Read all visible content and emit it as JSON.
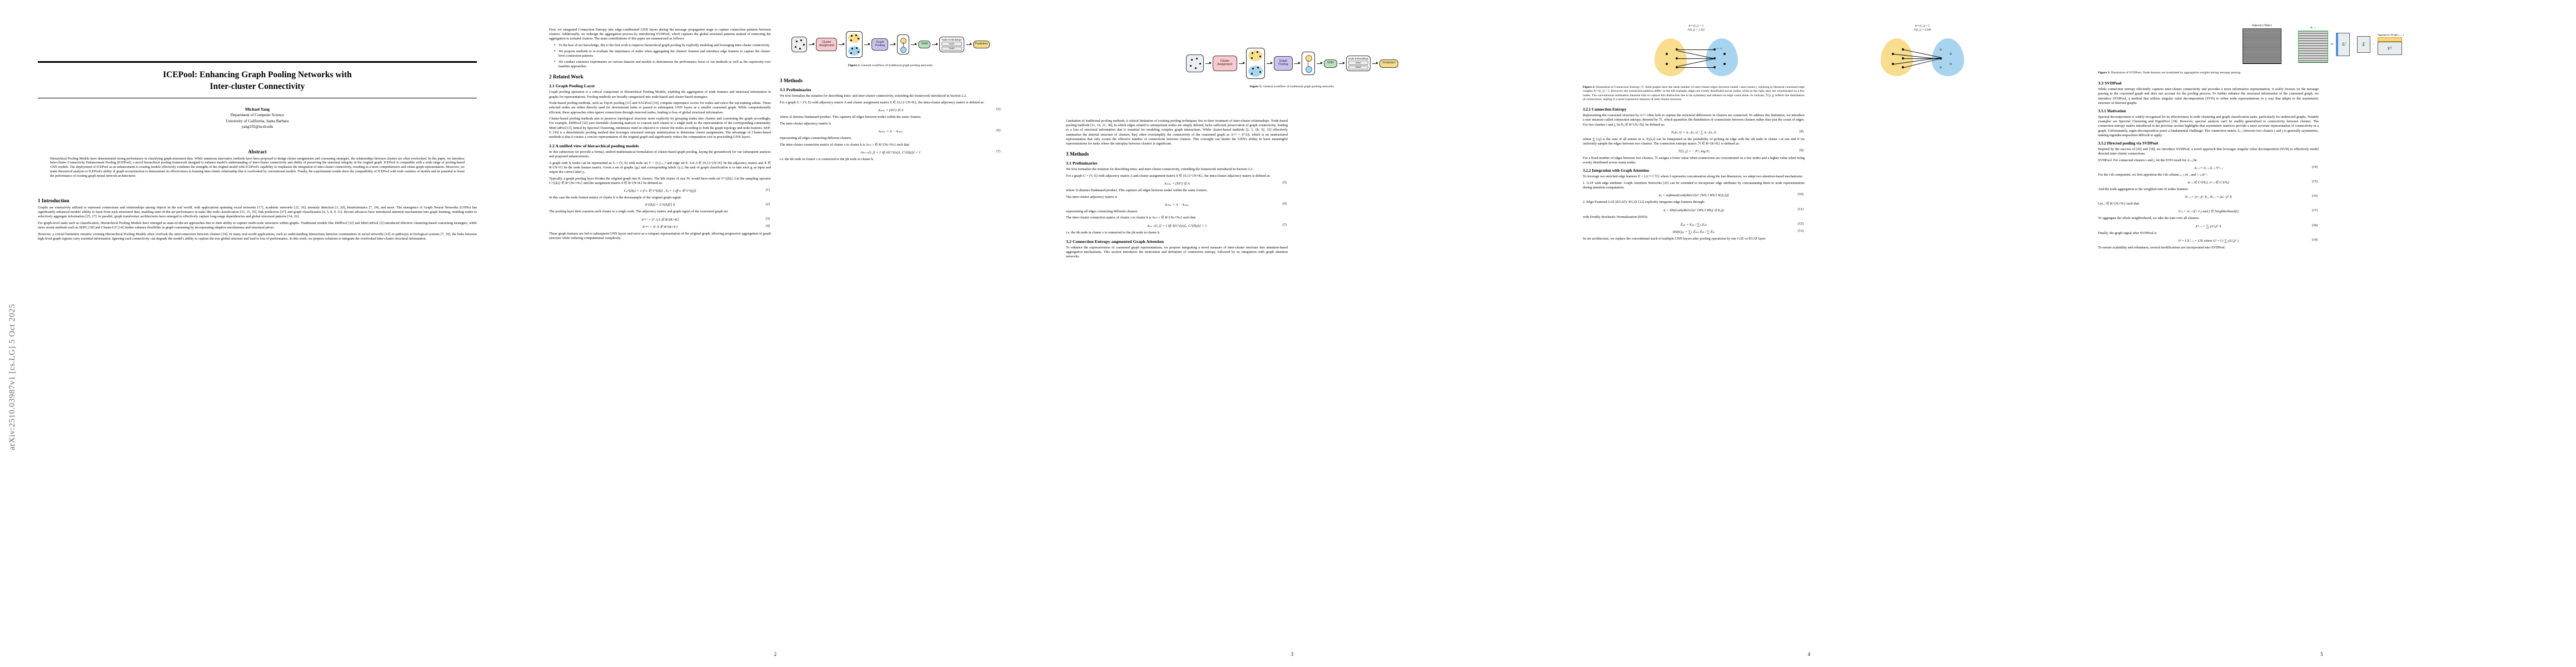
{
  "meta": {
    "arxiv_stamp": "arXiv:2510.03987v1  [cs.LG]  5 Oct 2025",
    "page_numbers": [
      "",
      "2",
      "3",
      "4",
      "5"
    ]
  },
  "title": {
    "line1": "ICEPool: Enhancing Graph Pooling Networks with",
    "line2": "Inter-cluster Connectivity"
  },
  "authors": {
    "name": "Michael Yang",
    "dept": "Department of Computer Science",
    "univ": "University of California, Santa Barbara",
    "email": "yang335@ucsb.edu"
  },
  "headings": {
    "abstract": "Abstract",
    "s1": "1   Introduction",
    "s2": "2   Related Work",
    "s2_1": "2.1   Graph Pooling Layer",
    "s2_2": "2.2   A unified view of hierarchical pooling models",
    "s3": "3   Methods",
    "s3_1": "3.1   Preliminaries",
    "s3_2": "3.2   Connection Entropy-augmented Graph Attention",
    "s3_2_1": "3.2.1   Connection Entropy",
    "s3_2_2": "3.2.2   Integration with Graph Attention",
    "s3_3": "3.3   SVDPool",
    "s3_3_1": "3.3.1   Motivation",
    "s3_3_2": "3.3.2   Directed pooling via SVDPool"
  },
  "abstract": [
    "Hierarchical Pooling Models have demonstrated strong performance in classifying graph-structured data. While numerous innovative methods have been proposed to design cluster assignments and coarsening strategies, the relationships between clusters are often overlooked. In this paper, we introduce Inter-cluster Connectivity Enhancement Pooling (ICEPool), a novel hierarchical pooling framework designed to enhance model's understanding of inter-cluster connectivity and ability of preserving the structural integrity in the original graph. ICEPool is compatible with a wide range of pooling-based GNN models. The deployment of ICEPool as an enhancement to existing models effectively combines the strengths of the original model with ICEPool's capability to emphasize the integration of inter-cluster connectivity, resulting in a more comprehensive and robust graph representation. Moreover, we make theoretical analysis to ICEPool's ability of graph reconstruction to demonstrate its effectiveness in learning inter-cluster relationship that is overlooked by conventional models. Finally, the experimental results show the compatibility of ICEPool with wide varieties of models and its potential to boost the performance of existing graph neural network architectures."
  ],
  "intro": [
    "Graphs are extensively utilized to represent connections and relationships among objects in the real world, with applications spanning social networks [17], academic networks [22, 36], anomaly detection [1, 20], bioinformatics [7, 24], and more. The emergence of Graph Neural Networks (GNNs) has significantly enhanced models' ability to learn from such structured data, enabling state-of-the-art performance in tasks like node classification [15, 15, 35], link prediction [37], and graph classification [4, 5, 8, 9, 31]. Recent advances have introduced attention mechanisms into graph learning, enabling nodes to selectively aggregate information [25, 27]. In parallel, graph transformer architectures have emerged to effectively capture long-range dependencies and global structural patterns [34, 26].",
    "For graph-level tasks such as classification, Hierarchical Pooling Models have emerged as state-of-the-art approaches due to their ability to capture multi-scale structures within graphs. Traditional models like DiffPool [32] and MinCutPool [3] introduced effective clustering-based coarsening strategies, while more recent methods such as SEPG [30] and Cluster-GT [14] further enhance flexibility in graph coarsening by incorporating adaptive mechanisms and structural priors.",
    "However, a crucial limitation remains: existing Hierarchical Pooling Models often overlook the interconnection between clusters [14]. In many real-world applications, such as understanding interactions between communities in social networks [10] or pathways in biological systems [7, 19], the links between high-level graph regions carry essential information. Ignoring such connectivity can degrade the model's ability to capture the true global structure and lead to loss of performance. In this work, we propose solutions to integrate the overlooked inter-cluster structural information."
  ],
  "p2_col1": [
    "First, we integrated Connection Entropy into edge-conditioned GNN layers during the message propagation stage to capture connection patterns between clusters. Additionally, we redesign the aggregation process by introducing SVDPool, which captures the global structural patterns instead of restricting the aggregation to isolated clusters. The main contributions of this paper are summarized as follows:"
  ],
  "p2_bullets": [
    "To the best of our knowledge, this is the first work to improve hierarchical graph pooling by explicitly modeling and leveraging inter-cluster connectivity.",
    "We propose methods to re-evaluate the importance of nodes when aggregating the clusters' features and introduce edge features to capture the cluster-level connection patterns.",
    "We conduct extensive experiments on various datasets and models to demonstrate the performance boost of our methods as well as the superiority over baseline approaches."
  ],
  "p2_related": [
    "Graph pooling operation is a critical component of Hierarchical Pooling Models, enabling the aggregation of node features and structural information in graphs for representations. Pooling methods are broadly categorized into node-based and cluster-based strategies:",
    "Node-based pooling methods, such as Top-K pooling [11] and SAGPool [16], compute importance scores for nodes and select the top-ranking subset. These selected nodes are either directly used for downstream tasks or passed to subsequent GNN layers as a smaller coarsened graph. While computationally efficient, these approaches often ignore connections through removed nodes, leading to loss of global structural information.",
    "Cluster-based pooling methods aim to preserve topological structure more explicitly by grouping nodes into clusters and coarsening the graph accordingly. For example, DiffPool [32] uses learnable clustering matrices to coarsen each cluster to a single node as the representation of the corresponding community. MinCutPool [3], hinted by Spectral Clustering, minimizes minCut objective to cluster the nodes according to both the graph topology and node features. SEP-G [30] is a deterministic pooling method that leverages structural entropy minimization to determine cluster assignments. The advantage of Cluster-based methods is that it creates a concise representation of the original graph and significantly reduce the computation cost in proceeding GNN layers."
  ],
  "p2_unified": [
    "In this subsection we provide a formal, unified mathematical formulation of cluster-based graph pooling, laying the groundwork for our subsequent analysis and proposed enhancements.",
    "A graph with N nodes can be represented as G = (V, E) with node set V = {vᵢ}ᵢ₌₁ᴺ and edge set E. Let A ∈ {0,1}^{N×N} be the adjacency matrix and X ∈ R^{N×F} be the node feature matrix. Given a set of graphs {gᵢ} and corresponding labels {yᵢ}, the task of graph classification is to take each gᵢ as input and output the correct label yᵢ.",
    "Typically, a graph pooling layer divides the original graph into K clusters. The kth cluster of size Nₖ would have node set V^{(k)}. Let the sampling operator C^{(k)} ∈ R^{Nₖ×Nₖ} and the assignment matrix S ∈ R^{N×K} be defined as:",
    "In this case the node feature matrix of cluster k is the downsample of the original graph signal:",
    "The pooling layer then coarsens each cluster to a single node. The adjacency matrix and graph signal of the coarsened graph are",
    "These graph features are fed to subsequent GNN layers and serve as a compact representation of the original graph, allowing progressive aggregation of graph structure while reducing computational complexity."
  ],
  "p3_limitation": [
    "Limitation of traditional pooling methods   A critical limitation of existing pooling techniques lies in their treatment of inter-cluster relationships. Node-based pooling methods [11, 16, 21, 38], in which edges related to unimportant nodes are simply deleted, lacks sufficient preservation of graph connectivity, leading to a loss of structural information that is essential for modeling complex graph interactions. While cluster-based methods [2, 3, 18, 32, 33] effectively summarize the internal structure of clusters, they often oversimplify the connectivity of the coarsened graph as Aᶜᵒᵃʳ = SᵀAS, which is an unstructured representation that only counts the effective number of connections between clusters. This oversight can hinder the GNN's ability to learn meaningful representations for tasks where the interplay between clusters is significant."
  ],
  "p3_prelim": [
    "We first formalize the notation for describing intra- and inter-cluster connectivity, extending the framework introduced in Section 2.2.",
    "For a graph G = (V, E) with adjacency matrix A and cluster assignment matrix S ∈ {0,1}^{N×K}, the intra-cluster adjacency matrix is defined as:",
    "where ⊙ denotes Hadamard product. This captures all edges between nodes within the same clusters.",
    "The inter-cluster adjacency matrix is",
    "representing all edges connecting different clusters.",
    "The inter-cluster connection matrix of cluster s to cluster k is Aₖₛ₋ₜ ∈ R^{Nₖ×Nₛ} such that",
    "i.e. the ith node in cluster s is connected to the jth node in cluster k."
  ],
  "p3_conn": [
    "To enhance the expressiveness of coarsened graph representations, we propose integrating a novel measure of inter-cluster structure into attention-based aggregation mechanisms. This section introduces the motivation and definition of connection entropy, followed by its integration with graph attention networks."
  ],
  "p4_connentropy": [
    "Representing the coarsened structure by Aᶜᵒᵃʳ often fails to capture the structural differences in clusters are connected. To address this limitation, we introduce a new measure called connection entropy, denoted by ℋ, which quantifies the distribution of connections between clusters rather than just the count of edges. For two clusters i and j, let Pᵢⱼ ∈ R^{Nᵢ×Nⱼ} be defined as:",
    "where ∑ [i,j] is the sum of all entries in A. Pᵢⱼ[s,t] can be interpreted as the probability of picking an edge with the sth node in cluster i at one end if we uniformly sample the edges between two clusters. The connection entropy matrix ℋ ∈ R^{K×K} is defined as:",
    "For a fixed number of edges between two clusters, ℋ assigns a lower value when connections are concentrated on a few nodes and a higher value when being evenly distributed across many nodes."
  ],
  "p4_integration": [
    "To leverage our enriched edge features E = {Aᶜᵒᵃʳ ‖ ℋ} where ‖ represents concatenation along the last dimension, we adapt two attention-based mechanisms:",
    "1.  GAT with edge attribute:  Graph Attention Networks [25] can be extended to incorporate edge attributes by concatenating them to node representations during attention computation:",
    "2.  Edge-Featured GAT (EGAT):  EGAT [12] explicitly integrates edge features through:",
    "with Doubly Stochastic Normalization (DSN):",
    "In our architecture, we replace the conventional stack of multiple GNN layers after pooling operations by one GAT or EGAT layer."
  ],
  "p5_svdpool": [
    "While connection entropy efficiently captures inter-cluster connectivity and provides a more informative representation, it solely focuses on the message passing in the coarsened graph and does not account for the pooling process. To further enhance the structural information of the coarsened graph, we introduce SVDPool, a method that utilizes singular value decomposition (SVD) to refine node representations in a way that adapts to the asymmetric structure of directed graphs.",
    "Spectral decomposition is widely recognised for its effectiveness in node clustering and graph classification tasks, particularly for undirected graphs. Notable examples are Spectral Clustering and EigenPool [18]. However, spectral analysis can't be readily generalized to connectivity between clusters. The connection entropy matrix introduced in the previous section highlights that asymmetric matrices provide a more accurate representation of connectivity in a graph. Unfortunately, eigen-decomposition poses a fundamental challenge: The connection matrix Aᵢ₋ⱼ between two clusters i and j is generally asymmetric, making eigendecomposition difficult to apply.",
    "Inspired by the success of [20] and [18], we introduce SVDPool, a novel approach that leverages singular value decomposition (SVD) to effectively model directed inter-cluster connections.",
    "SVDPool:  For connected clusters i and j, let the SVD result for Aᵢ₋ⱼ be",
    "For the i-th component, we first apportion the l-th column ᵤᵢ₋ⱼ of ᵤ and ᵛᵢ₋ⱼ of ᵛ:",
    "And the node aggregation is the weighted sum of nodes features",
    "Let ᵤ' ∈ R^{Nᵢ×Nᵢ} such that",
    "To aggregate the whole neighborhood, we take the sum over all clusters:",
    "Finally, the graph signal after SVDPool is",
    "To ensure scalability and robustness, several modifications are incorporated into SVDPool."
  ],
  "figures": {
    "fig1": {
      "caption_label": "Figure 1:",
      "caption_text": "General workflow of traditional graph pooling networks.",
      "nodes": [
        "Cluster Assignment",
        "Graph Pooling",
        "GNN",
        "Node Embeddings",
        "Prediction",
        "Node1",
        "Node2"
      ]
    },
    "fig2": {
      "caption_label": "Figure 2:",
      "caption_text": "Illustration of Connection Entropy ℋ. Both graphs have the same number of inter-cluster edges between cluster i and cluster j, resulting in identical coarsened edge weights Aᶜᵒᵃʳ[i, j] = 5. However, the connection patterns differ: in the left example, edges are evenly distributed across nodes, while in the right, they are concentrated on a few nodes. The conventional summation measure fails to capture this distinction due to its symmetry and reliance on edge count alone. In contrast, ℋ[i, j] reflects the distribution of connections, making it a more expressive measure of inter-cluster structure.",
      "left_label_1": "Aᶜᵒᵃʳ[i, j] = 5",
      "left_label_2": "ℋ[i, j] = 1.332",
      "right_label_1": "Aᶜᵒᵃʳ[i, j] = 5",
      "right_label_2": "ℋ[i, j] = 0.500",
      "prob_label": "P = 1/5"
    },
    "fig3": {
      "caption_label": "Figure 3:",
      "caption_text": "Illustration of SVDPool. Node features are modulated by aggregation weights during message passing.",
      "adj_label": "Adjacency Matrix",
      "aij_label": "Aᵢ→ⱼ",
      "u_label": "U",
      "sigma_label": "Σ",
      "vt_label": "Vᵀ",
      "weight_label": "Aggergation Weight j → i",
      "equals": "=",
      "dot": "·"
    }
  },
  "equations": {
    "e1": "Cᵢⱼ^{(k)} = 1 if vᵢ ∈ V^{(k)} , Sᵢⱼ = 1 iff vᵢ ∈ V^{(j)}",
    "e1num": "(1)",
    "e2": "X^{(k)} = C^{(k)T} X",
    "e2num": "(2)",
    "e3": "Aᶜᵒᵃʳ = Sᵀ A S ∈ R^{K×K}",
    "e3num": "(3)",
    "e4": "Xᶜᵒᵃʳ = Sᵀ X ∈ R^{K×F}",
    "e4num": "(4)",
    "e5": "Aᵢₙₜᵣₐ = (SSᵀ) ⊙ A",
    "e5num": "(5)",
    "e6": "Aᵢₙₜₑᵣ = A − Aᵢₙₜᵣₐ",
    "e6num": "(6)",
    "e7": "Aₖₛ₋ₜ[i, j] = 1 iff A[C^{(s)}ᵢ, C^{(k)}ⱼ] = 1",
    "e7num": "(7)",
    "e8": "Pᵢⱼ[s, t] = Aᵢ₋ⱼ[s, t] / ∑ Aᵢ₋ⱼ[s, t]",
    "e8num": "(8)",
    "e9": "ℋ[i, j] = − Pᵀᵢⱼ log Pᵢⱼ",
    "e9num": "(9)",
    "e10": "αᵢⱼ = softmax(LeakyReLU(aᵀ [Whᵢ ‖ Whⱼ ‖ WₑEᵢⱼ]))",
    "e10num": "(10)",
    "e11": "α = DS(LeakyReLU(aᵀ [Whᵢ ‖ Whⱼ] ⊙ Eᵢⱼ))",
    "e11num": "(11)",
    "e12": "Ẽᵢⱼₖ = Eᵢⱼₖ / ∑ₖ Eᵢⱼₖ",
    "e12num": "(12)",
    "e13": "DS(E)ᵢⱼₖ = ∑ₖ Ẽᵢₖₖ Ẽⱼₖ / ∑ Ẽᵢₖ",
    "e13num": "(13)",
    "e14": "Aᵢ₋ⱼ = Uᵢ₋ⱼ Σᵢ₋ⱼ Vᵀᵢ₋ⱼ",
    "e14num": "(14)",
    "e15": "uˡᵢ₋ⱼ ∈ C^{Nᵢ}, vˡᵢ₋ⱼ ∈ C^{Nⱼ}",
    "e15num": "(15)",
    "e16": "Xˡᵢ₋ⱼ = (vˡᵢ₋ⱼ)ᵀ Xⱼ , Xˡⱼ₋ᵢ = (uˡᵢ₋ⱼ)ᵀ X",
    "e16num": "(16)",
    "e17": "U'ᵢⱼ = σˡᵢ₋ⱼ  if i ≠ j and j ∈ Neighborhood(i)",
    "e17num": "(17)",
    "e18": "Xᵀᵢ₋ⱼ = ∑ⱼ (Uˡᵢⱼ)ᵀ X",
    "e18num": "(18)",
    "e19": "Vˡ = ‖ Xᵀᵢ₋ⱼ = UˡX   where   Uˡ = ‖ ( ∑ⱼ (Uˡᵢⱼ)ᵀ )",
    "e19num": "(19)"
  }
}
